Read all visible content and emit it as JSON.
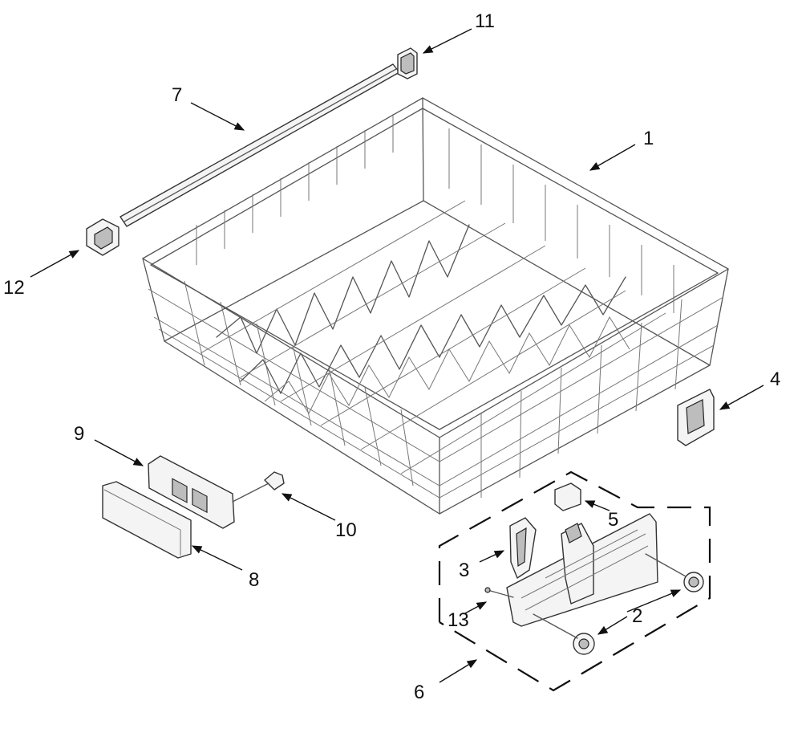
{
  "diagram": {
    "callouts": [
      {
        "id": "c1",
        "label": "1"
      },
      {
        "id": "c2",
        "label": "2"
      },
      {
        "id": "c3",
        "label": "3"
      },
      {
        "id": "c4",
        "label": "4"
      },
      {
        "id": "c5",
        "label": "5"
      },
      {
        "id": "c6",
        "label": "6"
      },
      {
        "id": "c7",
        "label": "7"
      },
      {
        "id": "c8",
        "label": "8"
      },
      {
        "id": "c9",
        "label": "9"
      },
      {
        "id": "c10",
        "label": "10"
      },
      {
        "id": "c11",
        "label": "11"
      },
      {
        "id": "c12",
        "label": "12"
      },
      {
        "id": "c13",
        "label": "13"
      }
    ],
    "colors": {
      "line": "#111111",
      "wire": "#555555",
      "part_fill": "#f4f4f4"
    }
  }
}
